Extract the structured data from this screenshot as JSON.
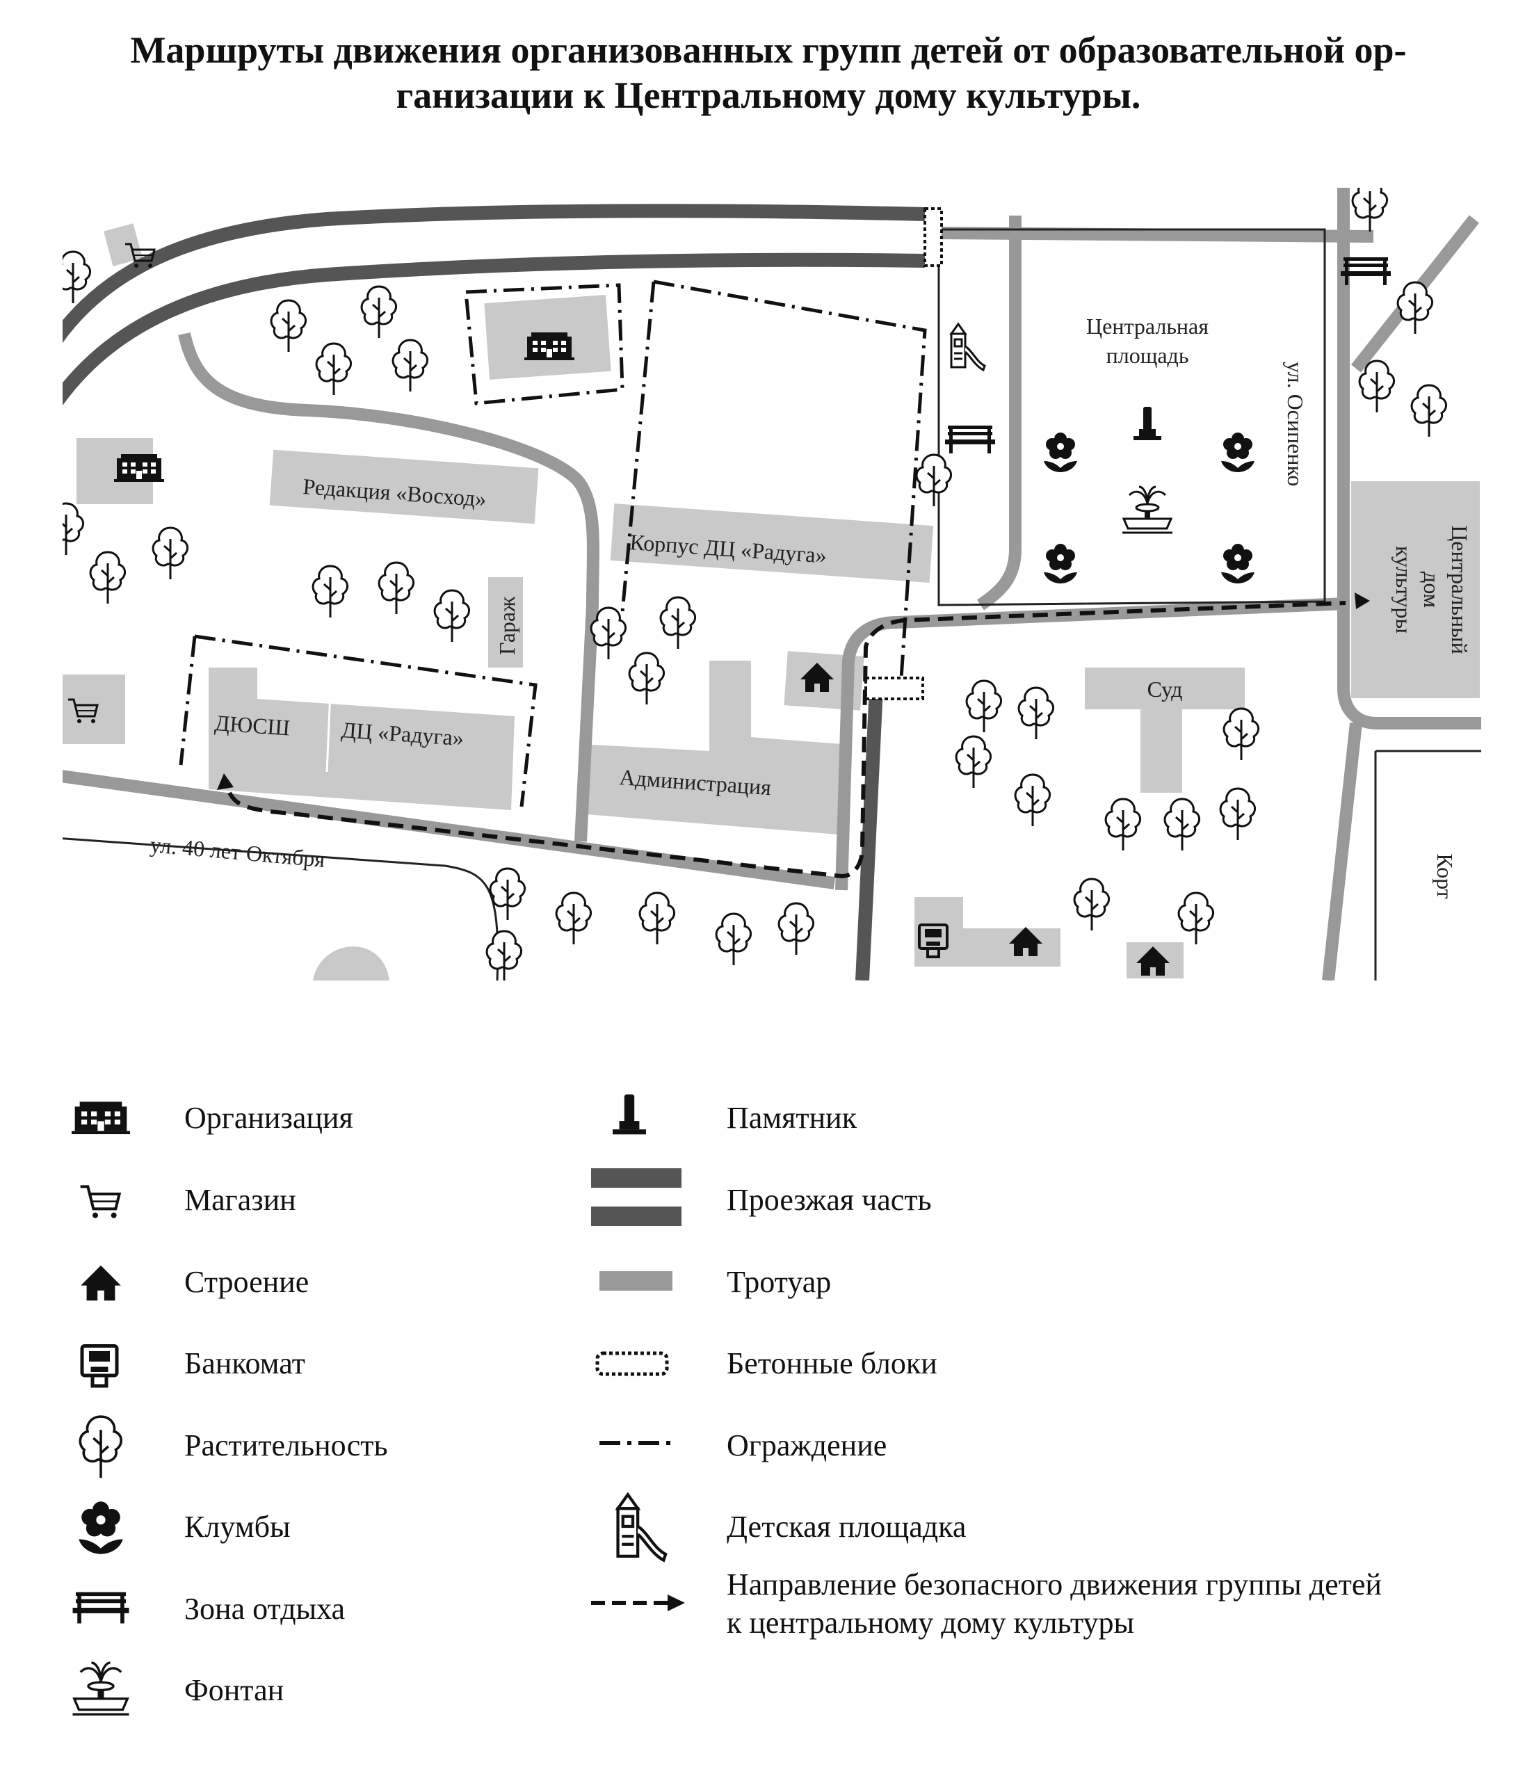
{
  "title": {
    "line1": "Маршруты движения организованных групп детей от образовательной ор-",
    "line2": "ганизации  к Центральному дому культуры."
  },
  "map": {
    "labels": {
      "redaktsiya": "Редакция «Восход»",
      "korpus": "Корпус ДЦ «Радуга»",
      "garazh": "Гараж",
      "dyussh": "ДЮСШ",
      "dc_raduga": "ДЦ «Радуга»",
      "administratsiya": "Администрация",
      "ul_40_let": "ул. 40 лет Октября",
      "tsentr_ploshchad_1": "Центральная",
      "tsentr_ploshchad_2": "площадь",
      "ul_osipenko": "ул. Осипенко",
      "tsdk_1": "Центральный",
      "tsdk_2": "дом",
      "tsdk_3": "культуры",
      "sud": "Суд",
      "kort": "Корт"
    },
    "colors": {
      "road": "#555555",
      "sidewalk": "#999999",
      "building": "#c9c9c9",
      "route": "#111111"
    }
  },
  "legend": {
    "left": [
      {
        "icon": "organization-icon",
        "label": "Организация"
      },
      {
        "icon": "shop-cart-icon",
        "label": "Магазин"
      },
      {
        "icon": "house-icon",
        "label": "Строение"
      },
      {
        "icon": "atm-icon",
        "label": "Банкомат"
      },
      {
        "icon": "tree-icon",
        "label": "Растительность"
      },
      {
        "icon": "flower-icon",
        "label": "Клумбы"
      },
      {
        "icon": "bench-icon",
        "label": "Зона отдыха"
      },
      {
        "icon": "fountain-icon",
        "label": "Фонтан"
      }
    ],
    "right": [
      {
        "icon": "monument-icon",
        "label": "Памятник"
      },
      {
        "icon": "roadway-icon",
        "label": "Проезжая часть"
      },
      {
        "icon": "sidewalk-icon",
        "label": "Тротуар"
      },
      {
        "icon": "concrete-blocks-icon",
        "label": "Бетонные блоки"
      },
      {
        "icon": "fence-icon",
        "label": "Ограждение"
      },
      {
        "icon": "playground-icon",
        "label": "Детская площадка"
      },
      {
        "icon": "route-arrow-icon",
        "label_line1": "Направление безопасного движения группы детей",
        "label_line2": "к центральному дому культуры"
      }
    ]
  }
}
